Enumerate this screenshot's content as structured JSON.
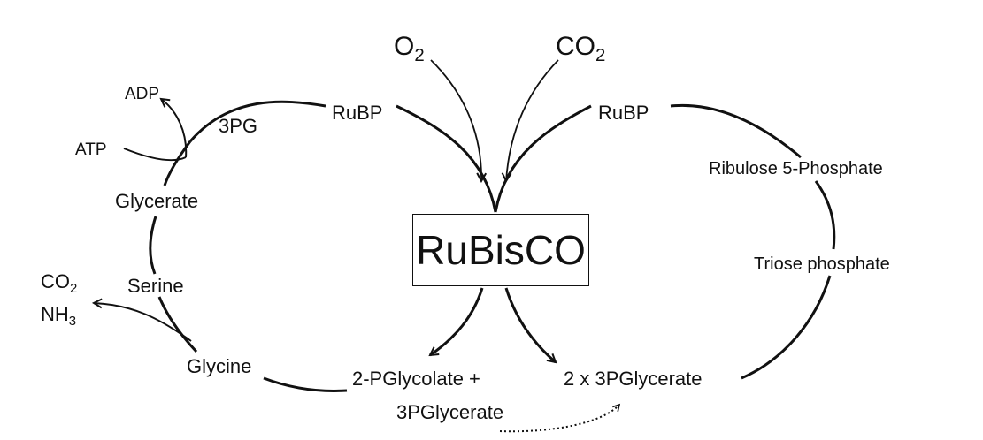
{
  "nodes": {
    "o2": {
      "base": "O",
      "sub": "2"
    },
    "co2_top": {
      "base": "CO",
      "sub": "2"
    },
    "rubp_left": "RuBP",
    "rubp_right": "RuBP",
    "enzyme": "RuBisCO",
    "pg3": "3PG",
    "adp": "ADP",
    "atp": "ATP",
    "glycerate": "Glycerate",
    "serine": "Serine",
    "glycine": "Glycine",
    "co2_left": {
      "base": "CO",
      "sub": "2"
    },
    "nh3": {
      "base": "NH",
      "sub": "3"
    },
    "pglycolate": "2-PGlycolate +",
    "pglycerate": "3PGlycerate",
    "two_3pglycerate": "2 x 3PGlycerate",
    "ribulose5p": "Ribulose 5-Phosphate",
    "triose_phosphate": "Triose phosphate"
  }
}
